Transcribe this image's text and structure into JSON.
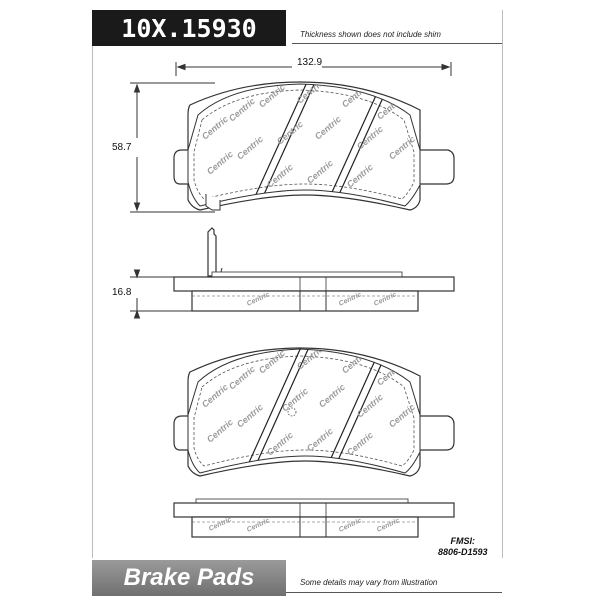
{
  "header": {
    "part_number": "10X.15930",
    "thickness_note": "Thickness shown does not include shim"
  },
  "dimensions": {
    "width": "132.9",
    "height": "58.7",
    "thickness": "16.8"
  },
  "fmsi": {
    "label": "FMSI:",
    "code": "8806-D1593"
  },
  "footer": {
    "product_label": "Brake Pads",
    "disclaimer": "Some details may vary from illustration"
  },
  "watermark_text": "Centric",
  "colors": {
    "header_bg": "#1a1a1a",
    "footer_bg": "#808080",
    "line": "#333333",
    "watermark": "#9a9a9a"
  }
}
